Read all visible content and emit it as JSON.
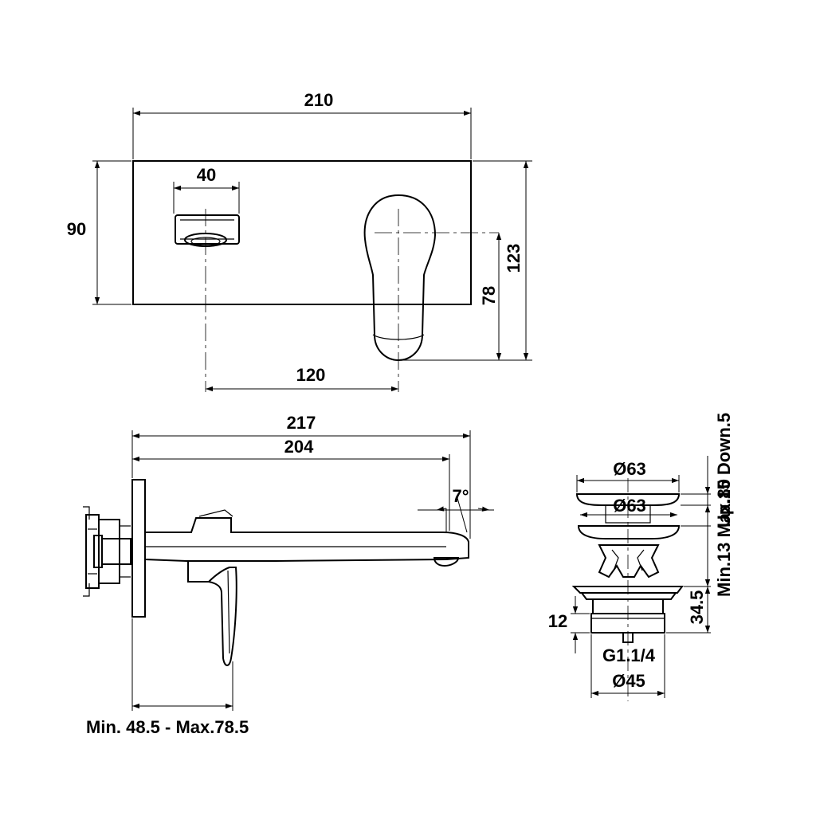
{
  "front_view": {
    "width": "210",
    "height": "90",
    "outlet_width": "40",
    "spacing": "120",
    "lever_height": "78",
    "total_height": "123"
  },
  "side_view": {
    "length_total": "217",
    "length_spout": "204",
    "angle": "7°",
    "wall_range": "Min. 48.5 - Max.78.5"
  },
  "waste_view": {
    "cap_diameter": "Ø63",
    "body_diameter": "Ø63",
    "stroke_up_down": "Up.15  Down.5",
    "thickness_range": "Min.13  Max.80",
    "flange_height": "34.5",
    "thread_height": "12",
    "thread": "G1.1/4",
    "bottom_diameter": "Ø45"
  }
}
